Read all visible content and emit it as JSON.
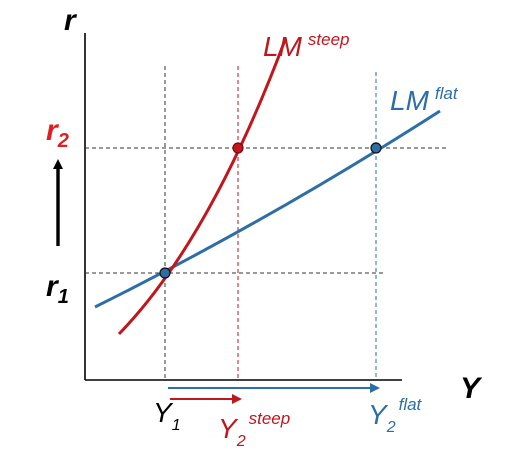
{
  "colors": {
    "steep": "#c0161c",
    "flat": "#2e6ea6",
    "axis": "#000000",
    "guide": "#333333"
  },
  "axes": {
    "y_label": "r",
    "x_label": "Y"
  },
  "curves": {
    "steep": {
      "name_main": "LM",
      "name_sup": "steep"
    },
    "flat": {
      "name_main": "LM",
      "name_sup": "flat"
    }
  },
  "y_ticks": {
    "r2_main": "r",
    "r2_sub": "2",
    "r1_main": "r",
    "r1_sub": "1"
  },
  "x_ticks": {
    "y1_main": "Y",
    "y1_sub": "1",
    "y2s_main": "Y",
    "y2s_sub": "2",
    "y2s_sup": "steep",
    "y2f_main": "Y",
    "y2f_sub": "2",
    "y2f_sup": "flat"
  },
  "arrows": {
    "r_increase": "up",
    "y_steep": "right",
    "y_flat": "right"
  }
}
